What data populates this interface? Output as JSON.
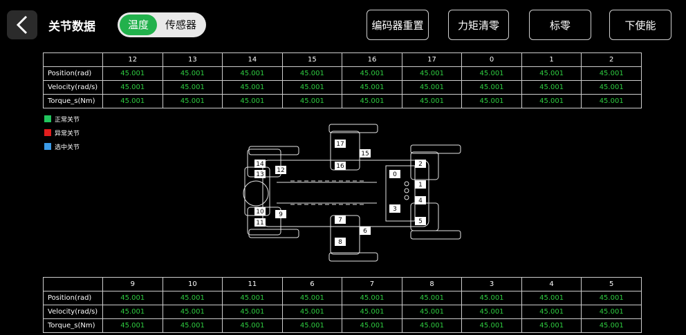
{
  "header": {
    "title": "关节数据",
    "toggle": {
      "active": "温度",
      "inactive": "传感器"
    },
    "buttons": {
      "encoder_reset": "编码器重置",
      "torque_zero": "力矩清零",
      "calibrate": "标零",
      "disable": "下使能"
    }
  },
  "row_labels": [
    "Position(rad)",
    "Velocity(rad/s)",
    "Torque_s(Nm)"
  ],
  "table_top": {
    "headers": [
      "12",
      "13",
      "14",
      "15",
      "16",
      "17",
      "0",
      "1",
      "2"
    ],
    "rows": [
      [
        "45.001",
        "45.001",
        "45.001",
        "45.001",
        "45.001",
        "45.001",
        "45.001",
        "45.001",
        "45.001"
      ],
      [
        "45.001",
        "45.001",
        "45.001",
        "45.001",
        "45.001",
        "45.001",
        "45.001",
        "45.001",
        "45.001"
      ],
      [
        "45.001",
        "45.001",
        "45.001",
        "45.001",
        "45.001",
        "45.001",
        "45.001",
        "45.001",
        "45.001"
      ]
    ]
  },
  "table_bottom": {
    "headers": [
      "9",
      "10",
      "11",
      "6",
      "7",
      "8",
      "3",
      "4",
      "5"
    ],
    "rows": [
      [
        "45.001",
        "45.001",
        "45.001",
        "45.001",
        "45.001",
        "45.001",
        "45.001",
        "45.001",
        "45.001"
      ],
      [
        "45.001",
        "45.001",
        "45.001",
        "45.001",
        "45.001",
        "45.001",
        "45.001",
        "45.001",
        "45.001"
      ],
      [
        "45.001",
        "45.001",
        "45.001",
        "45.001",
        "45.001",
        "45.001",
        "45.001",
        "45.001",
        "45.001"
      ]
    ]
  },
  "legend": [
    {
      "label": "正常关节",
      "color": "#22c55e"
    },
    {
      "label": "异常关节",
      "color": "#e11d1d"
    },
    {
      "label": "选中关节",
      "color": "#3b9be8"
    }
  ],
  "joints": {
    "j0": "0",
    "j1": "1",
    "j2": "2",
    "j3": "3",
    "j4": "4",
    "j5": "5",
    "j6": "6",
    "j7": "7",
    "j8": "8",
    "j9": "9",
    "j10": "10",
    "j11": "11",
    "j12": "12",
    "j13": "13",
    "j14": "14",
    "j15": "15",
    "j16": "16",
    "j17": "17"
  }
}
